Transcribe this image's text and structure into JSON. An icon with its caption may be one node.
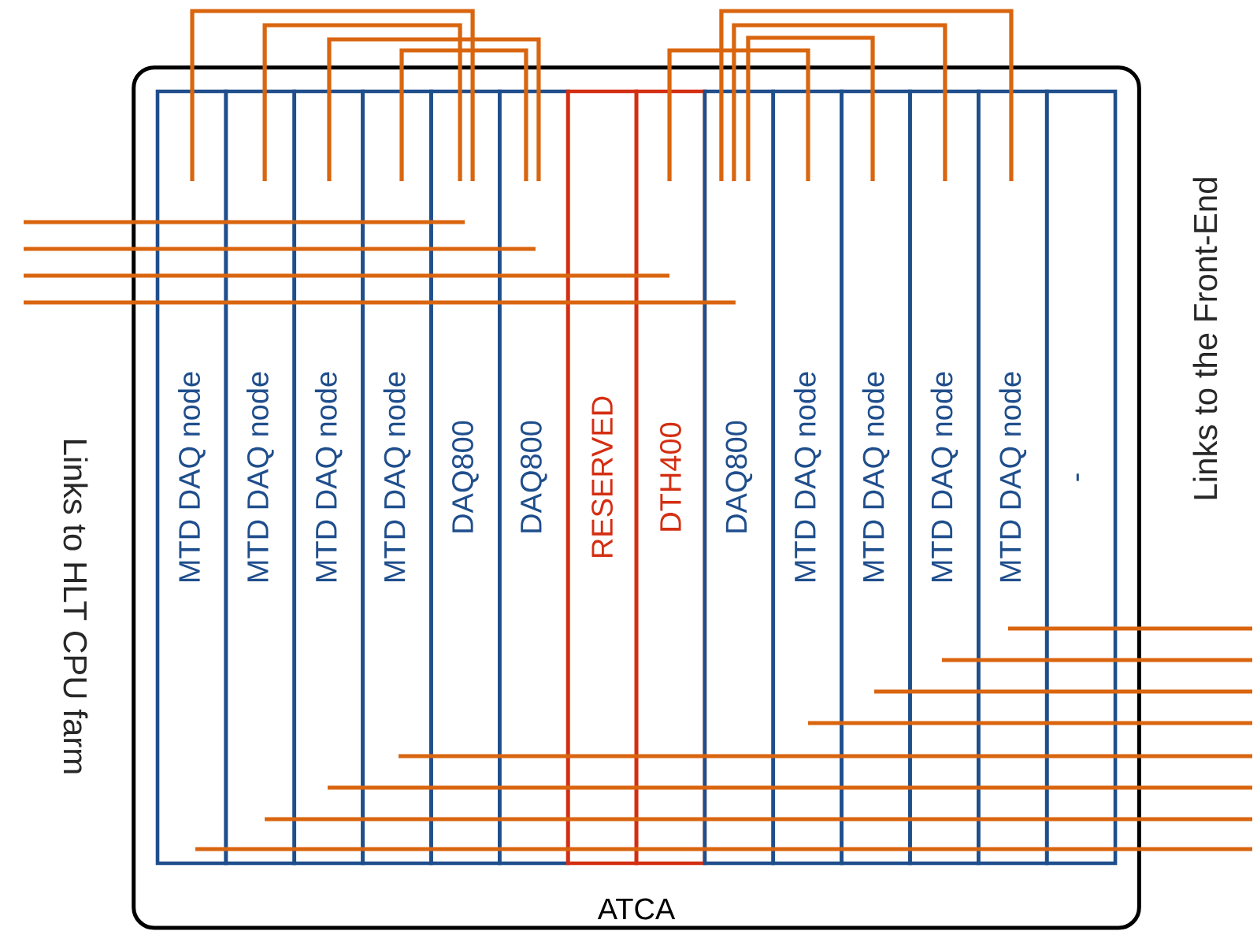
{
  "diagram": {
    "nodes": [
      {
        "text": [
          "ATCA"
        ]
      },
      {
        "text": [
          "MTD DAQ node"
        ],
        "in": 0
      },
      {
        "text": [
          "MTD DAQ node"
        ],
        "in": 0
      },
      {
        "text": [
          "MTD DAQ node"
        ],
        "in": 0
      },
      {
        "text": [
          "MTD DAQ node"
        ],
        "in": 0
      },
      {
        "text": [
          "DAQ800"
        ],
        "in": 0
      },
      {
        "text": [
          "DAQ800"
        ],
        "in": 0
      },
      {
        "text": [
          "RESERVED"
        ],
        "in": 0
      },
      {
        "text": [
          "DTH400"
        ],
        "in": 0
      },
      {
        "text": [
          "DAQ800"
        ],
        "in": 0
      },
      {
        "text": [
          "MTD DAQ node"
        ],
        "in": 0
      },
      {
        "text": [
          "MTD DAQ node"
        ],
        "in": 0
      },
      {
        "text": [
          "MTD DAQ node"
        ],
        "in": 0
      },
      {
        "text": [
          "MTD DAQ node"
        ],
        "in": 0
      },
      {
        "text": [
          "-"
        ],
        "in": 0
      }
    ],
    "edges": [
      {
        "from": 1,
        "to": 5,
        "arrow": "none"
      },
      {
        "from": 2,
        "to": 5,
        "arrow": "none"
      },
      {
        "from": 3,
        "to": 6,
        "arrow": "none"
      },
      {
        "from": 4,
        "to": 6,
        "arrow": "none"
      },
      {
        "from": 8,
        "to": 10,
        "arrow": "none"
      },
      {
        "from": 9,
        "to": 13,
        "arrow": "none"
      },
      {
        "from": 9,
        "to": 12,
        "arrow": "none"
      },
      {
        "from": 9,
        "to": 11,
        "arrow": "none"
      },
      {
        "from": null,
        "to": 5,
        "arrow": "none"
      },
      {
        "from": null,
        "to": 6,
        "arrow": "none"
      },
      {
        "from": null,
        "to": 8,
        "arrow": "none"
      },
      {
        "from": null,
        "to": 9,
        "arrow": "none"
      },
      {
        "from": null,
        "to": 13,
        "arrow": "none"
      },
      {
        "from": null,
        "to": 12,
        "arrow": "none"
      },
      {
        "from": null,
        "to": 11,
        "arrow": "none"
      },
      {
        "from": null,
        "to": 10,
        "arrow": "none"
      },
      {
        "from": null,
        "to": 4,
        "arrow": "none"
      },
      {
        "from": null,
        "to": 3,
        "arrow": "none"
      },
      {
        "from": null,
        "to": 2,
        "arrow": "none"
      },
      {
        "from": null,
        "to": 1,
        "arrow": "none"
      }
    ],
    "labels": [
      "Links to HLT CPU farm",
      "Links to the Front-End"
    ]
  }
}
